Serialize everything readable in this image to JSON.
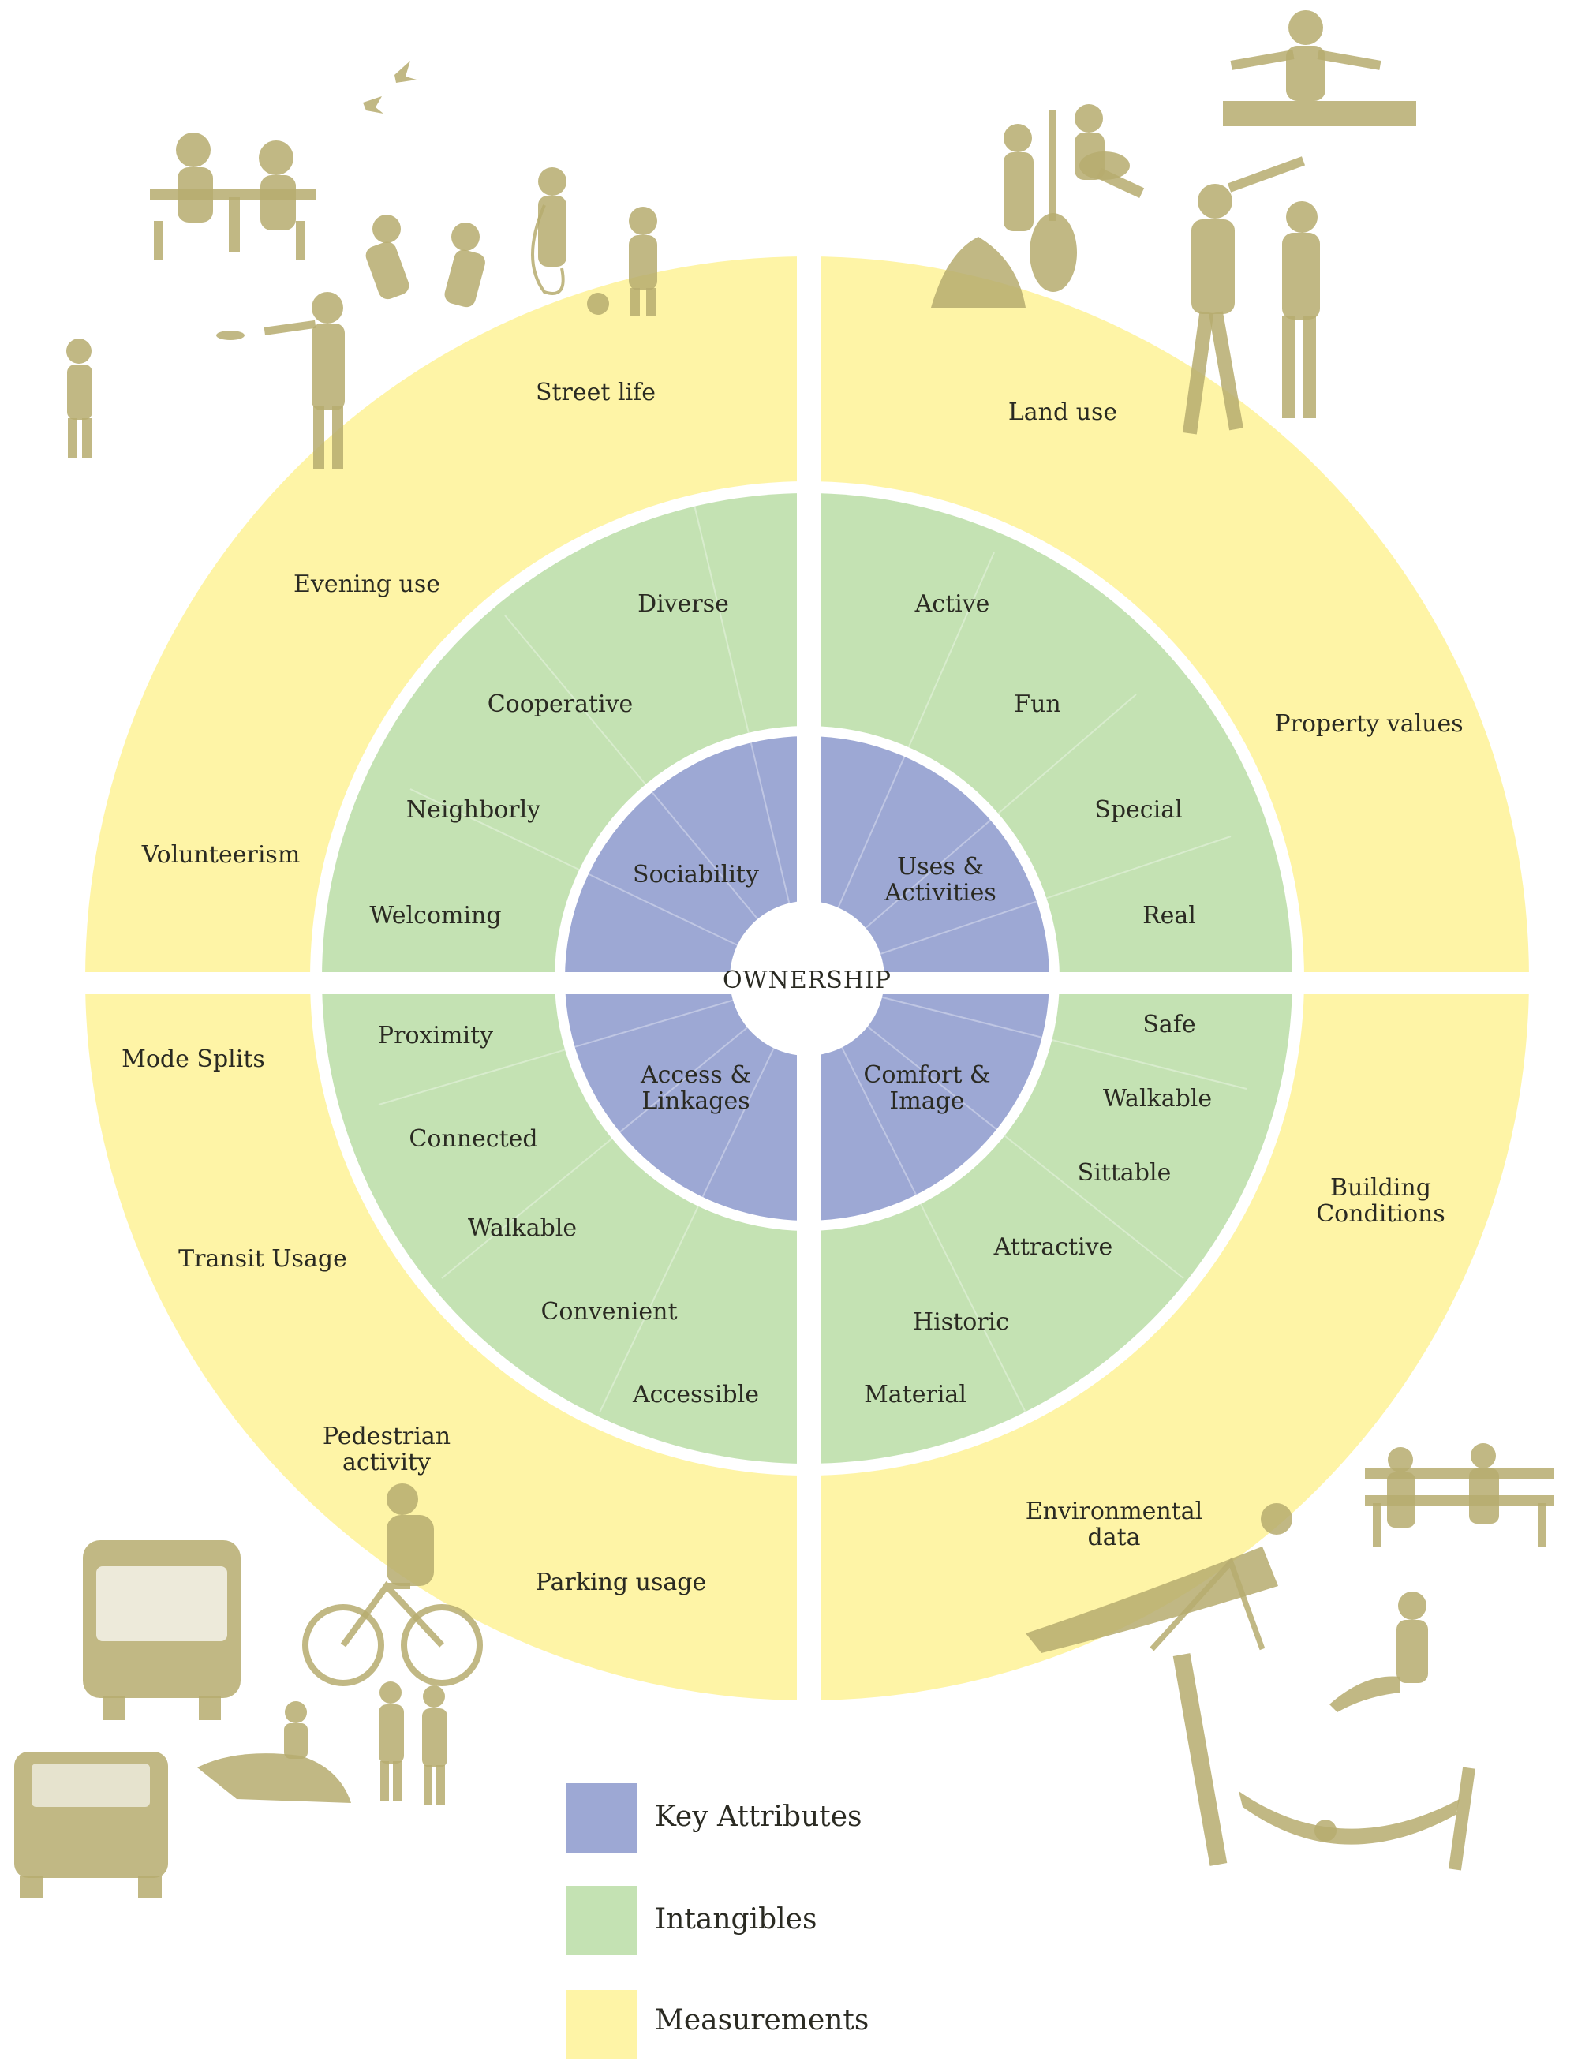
{
  "center": {
    "label": "OWNERSHIP"
  },
  "colors": {
    "key_attributes": "#9da8d4",
    "intangibles": "#c4e2b3",
    "measurements": "#fef4a6",
    "silhouettes": "#b6ac6f",
    "gap": "#ffffff"
  },
  "quadrants": [
    {
      "id": "sociability",
      "key_attribute": "Sociability",
      "intangibles": [
        "Diverse",
        "Cooperative",
        "Neighborly",
        "Welcoming"
      ],
      "measurements": [
        "Street life",
        "Evening use",
        "Volunteerism"
      ]
    },
    {
      "id": "uses",
      "key_attribute": [
        "Uses &",
        "Activities"
      ],
      "intangibles": [
        "Active",
        "Fun",
        "Special",
        "Real"
      ],
      "measurements": [
        "Land use",
        "Property values"
      ]
    },
    {
      "id": "access",
      "key_attribute": [
        "Access &",
        "Linkages"
      ],
      "intangibles": [
        "Proximity",
        "Connected",
        "Walkable",
        "Convenient",
        "Accessible"
      ],
      "measurements": [
        "Mode Splits",
        "Transit Usage",
        [
          "Pedestrian",
          "activity"
        ],
        "Parking usage"
      ]
    },
    {
      "id": "comfort",
      "key_attribute": [
        "Comfort &",
        "Image"
      ],
      "intangibles": [
        "Safe",
        "Walkable",
        "Sittable",
        "Attractive",
        "Historic",
        "Material"
      ],
      "measurements": [
        [
          "Building",
          "Conditions"
        ],
        [
          "Environmental",
          "data"
        ]
      ]
    }
  ],
  "legend": [
    {
      "label": "Key Attributes",
      "color": "#9da8d4"
    },
    {
      "label": "Intangibles",
      "color": "#c4e2b3"
    },
    {
      "label": "Measurements",
      "color": "#fef4a6"
    }
  ]
}
